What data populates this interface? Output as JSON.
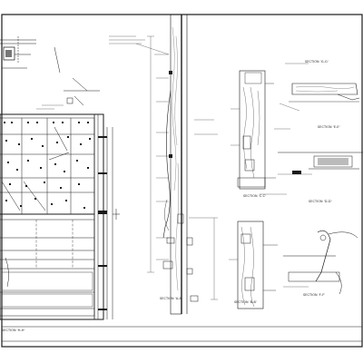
{
  "sheet": {
    "kind": "architectural-construction-drawing",
    "ink_color": "#1a1a1a",
    "paper_color": "#ffffff"
  },
  "labels": {
    "section_main": "SECTION 'A-A'",
    "section_b": "SECTION 'B-B'",
    "section_c": "SECTION 'C-C'",
    "section_d": "SECTION 'D-D'",
    "section_e": "SECTION 'E-E'",
    "section_f": "SECTION 'F-F'",
    "section_g": "SECTION 'G-G'",
    "section_h": "SECTION 'H-H'"
  }
}
